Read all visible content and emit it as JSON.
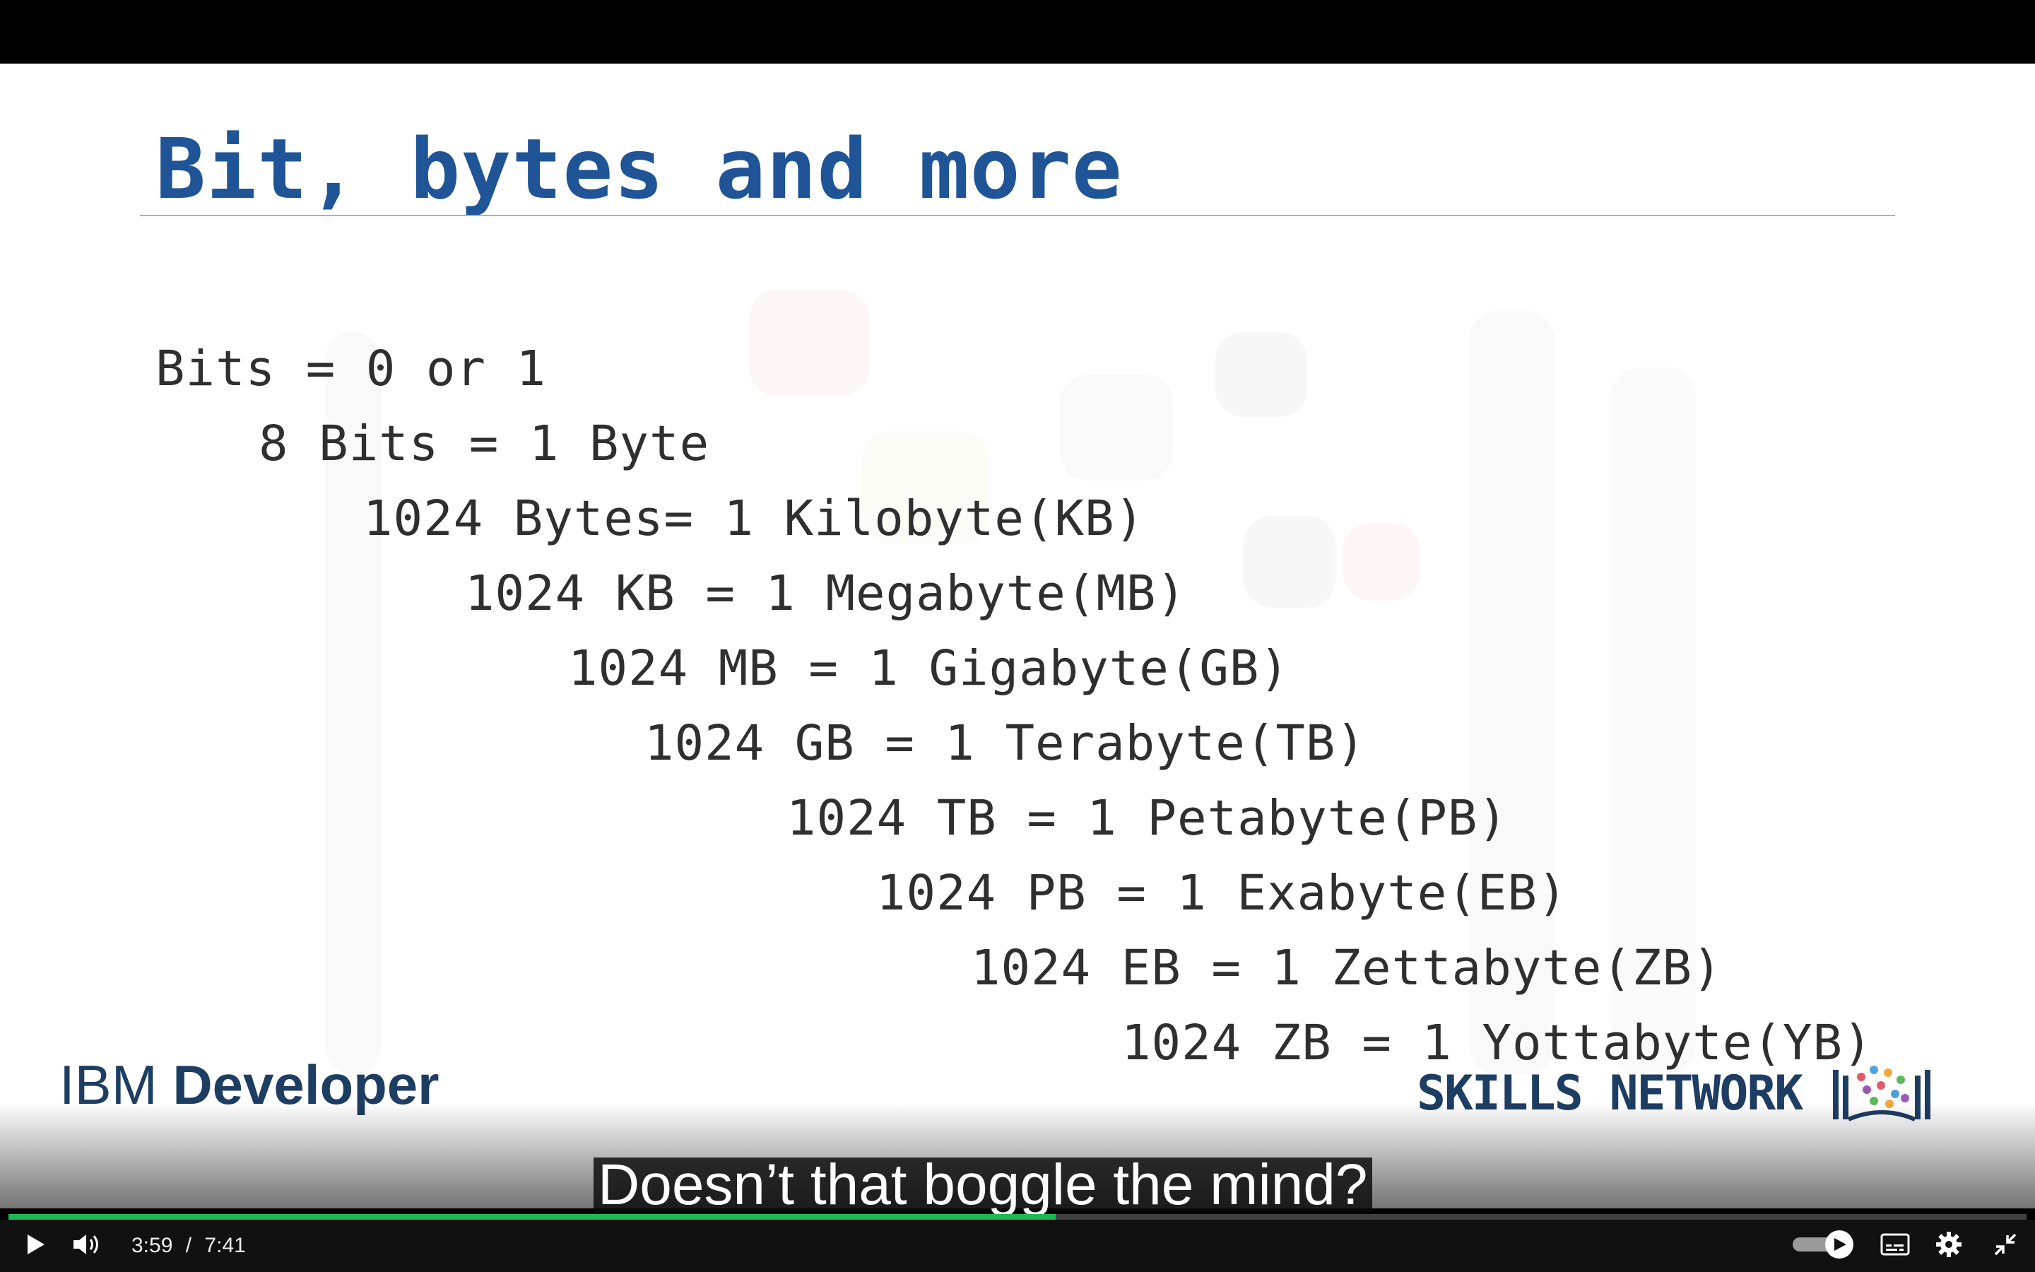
{
  "slide": {
    "title": "Bit, bytes and more",
    "lines": [
      "Bits = 0 or 1",
      "8 Bits = 1 Byte",
      "1024 Bytes= 1 Kilobyte(KB)",
      "1024 KB = 1 Megabyte(MB)",
      "1024 MB = 1 Gigabyte(GB)",
      "1024 GB = 1 Terabyte(TB)",
      "1024 TB = 1 Petabyte(PB)",
      "1024 PB = 1 Exabyte(EB)",
      "1024 EB = 1 Zettabyte(ZB)",
      "1024 ZB = 1 Yottabyte(YB)"
    ],
    "footer": {
      "left_brand_light": "IBM ",
      "left_brand_bold": "Developer",
      "right_brand": "SKILLS NETWORK"
    },
    "colors": {
      "title": "#1f5597",
      "text": "#2f2f2f",
      "brand": "#1e3d63"
    }
  },
  "player": {
    "caption": "Doesn’t that boggle the mind?",
    "current_time": "3:59",
    "separator": "/",
    "duration": "7:41",
    "progress_fraction": 0.519,
    "autoplay_on": true,
    "icons": {
      "play": "play-icon",
      "volume": "volume-icon",
      "autoplay": "autoplay-toggle-icon",
      "captions": "captions-icon",
      "settings": "gear-icon",
      "exit_fullscreen": "exit-fullscreen-icon"
    },
    "colors": {
      "progress": "#1db954"
    }
  }
}
